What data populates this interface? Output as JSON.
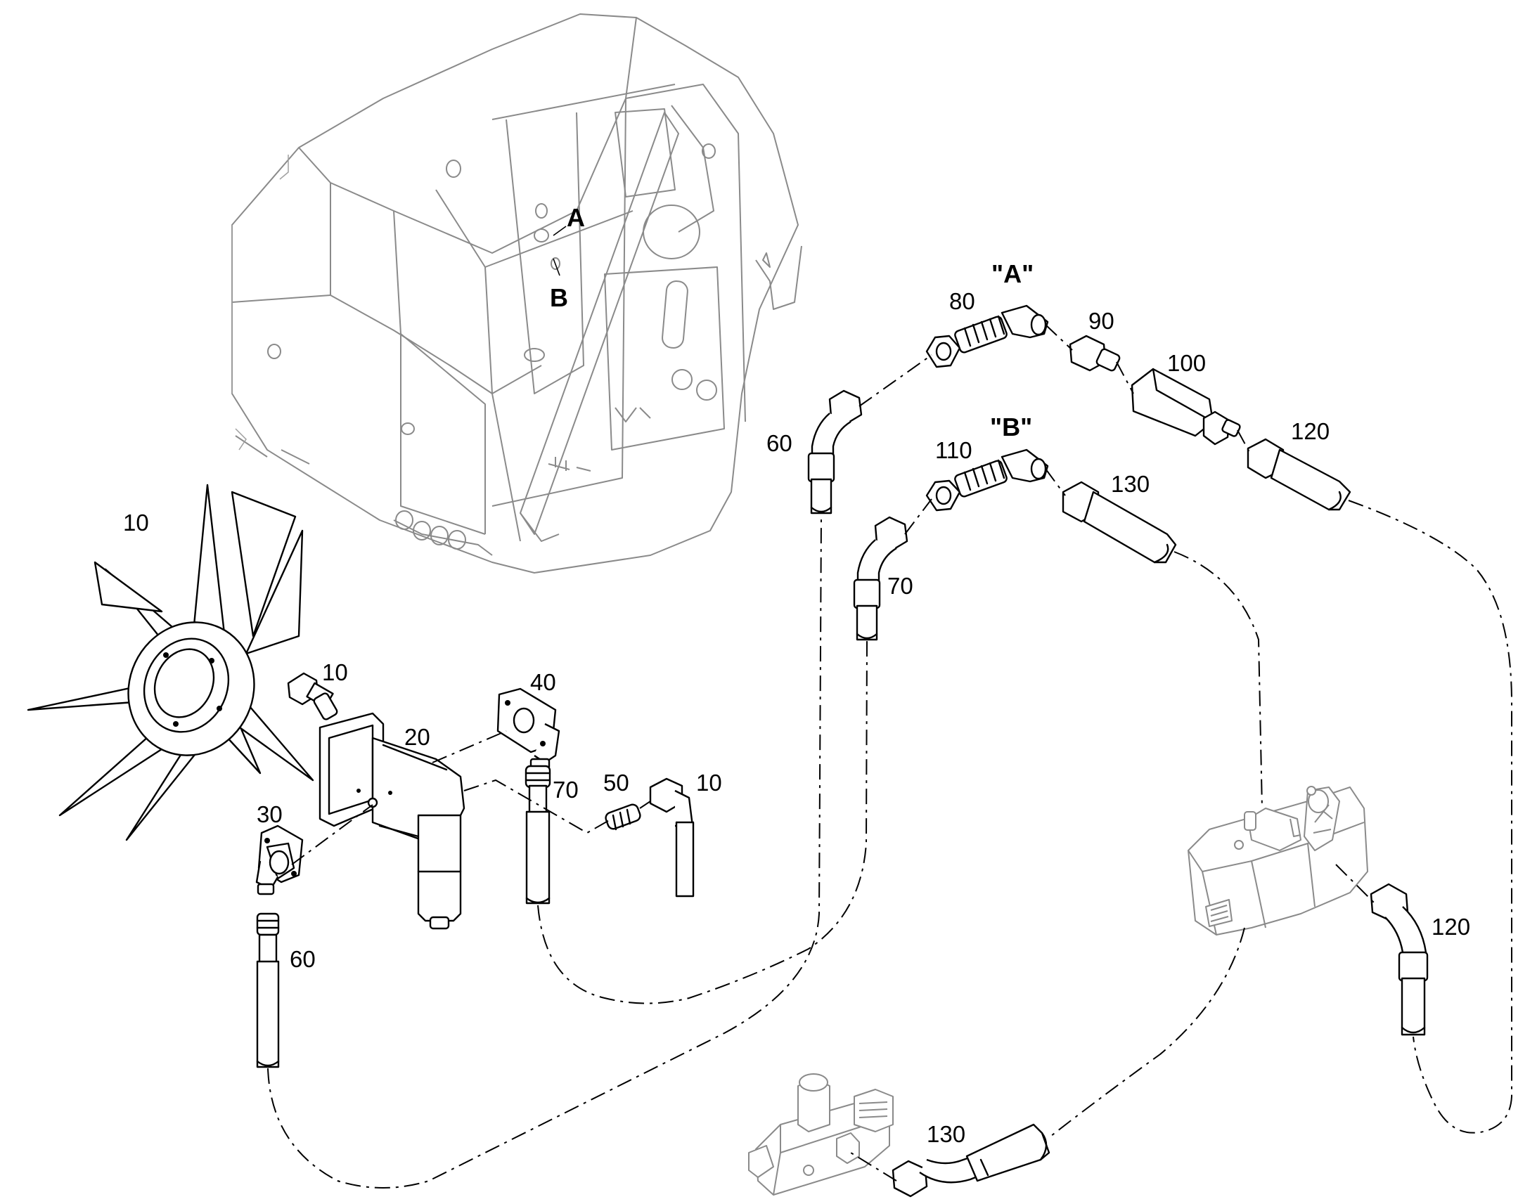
{
  "labels": {
    "frame_port_a": "A",
    "frame_port_b": "B",
    "detail_a": "\"A\"",
    "detail_b": "\"B\"",
    "fan": "10",
    "fitting_10_a": "10",
    "fitting_10_b": "10",
    "pump": "20",
    "flange_30": "30",
    "flange_40": "40",
    "adapter_50": "50",
    "hose_60_lower": "60",
    "hose_60_upper": "60",
    "hose_70_lower": "70",
    "hose_70_upper": "70",
    "elbow_80": "80",
    "adapter_90": "90",
    "valve_100": "100",
    "elbow_110": "110",
    "hose_120_upper": "120",
    "hose_120_lower": "120",
    "hose_130_upper": "130",
    "hose_130_lower": "130"
  }
}
